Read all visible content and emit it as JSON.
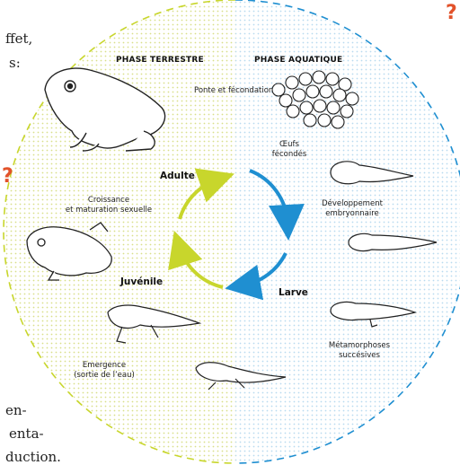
{
  "page_fragments": {
    "qmark_top": "?",
    "qmark_left": "?",
    "line_effet": "ffet,",
    "line_s": "s:",
    "line_en": "en-",
    "line_enta": "enta-",
    "line_duction": "duction."
  },
  "phases": {
    "terrestre": "PHASE TERRESTRE",
    "aquatique": "PHASE AQUATIQUE"
  },
  "stages": {
    "adulte": "Adulte",
    "juvenile": "Juvénile",
    "larve": "Larve"
  },
  "labels": {
    "ponte": "Ponte et fécondation",
    "oeufs_1": "Œufs",
    "oeufs_2": "fécondés",
    "developpement_1": "Développement",
    "developpement_2": "embryonnaire",
    "metamorphoses_1": "Métamorphoses",
    "metamorphoses_2": "succésives",
    "emergence_1": "Emergence",
    "emergence_2": "(sortie de l’eau)",
    "croissance_1": "Croissance",
    "croissance_2": "et maturation sexuelle"
  },
  "colors": {
    "terrestrial": "#c8d62c",
    "aquatic": "#1f8fd1",
    "dots_left": "#d9df8a",
    "dots_right": "#b9daf0",
    "accent": "#e2522a"
  }
}
